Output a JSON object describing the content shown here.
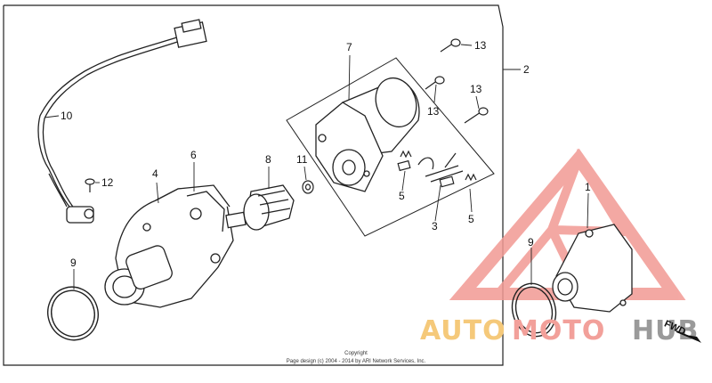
{
  "diagram": {
    "callouts": {
      "c1": "1",
      "c2": "2",
      "c3": "3",
      "c4": "4",
      "c5a": "5",
      "c5b": "5",
      "c6": "6",
      "c7": "7",
      "c8": "8",
      "c9a": "9",
      "c9b": "9",
      "c10": "10",
      "c11": "11",
      "c12": "12",
      "c13a": "13",
      "c13b": "13",
      "c13c": "13"
    },
    "copyright_line1": "Copyright",
    "copyright_line2": "Page design (c) 2004 - 2014 by ARI Network Services, Inc."
  },
  "watermark": {
    "part1": "AUTO",
    "part2": "MOTO",
    "part3": "HUB",
    "part4": "FWD",
    "colors": {
      "triangle": "#f29a94",
      "auto": "#f5c97a",
      "moto": "#f2a09a",
      "hub": "#9a9a9a"
    }
  }
}
